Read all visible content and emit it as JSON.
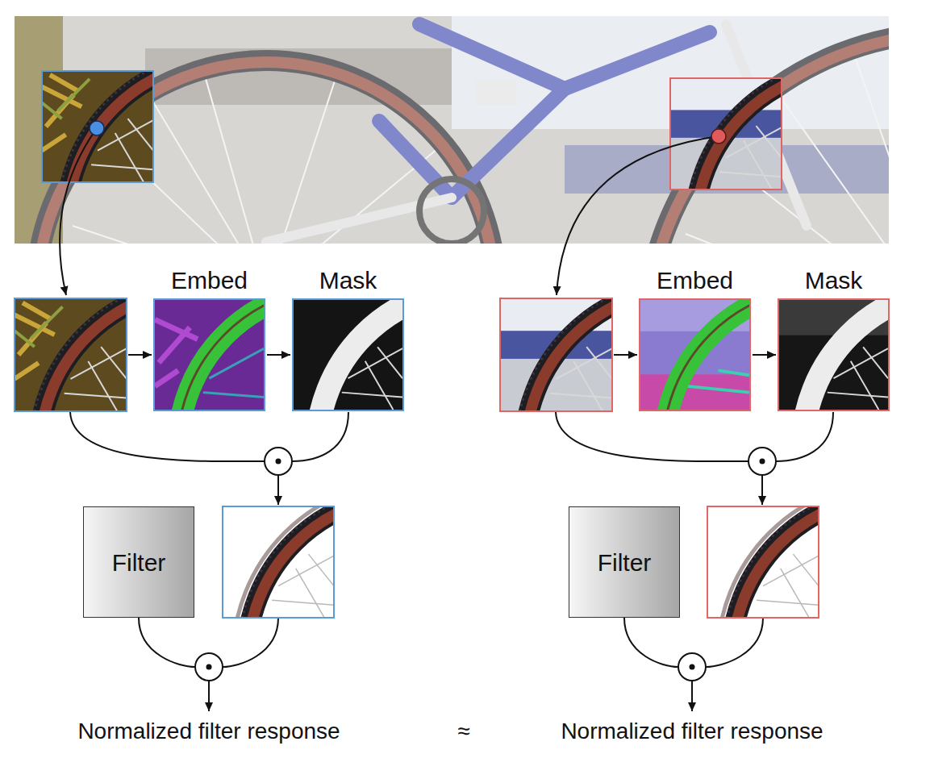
{
  "diagram": {
    "nodes": [
      {
        "text": [
          "Embed"
        ]
      },
      {
        "text": [
          "Mask"
        ]
      },
      {
        "text": [
          "Filter"
        ]
      },
      {
        "text": [
          "Embed"
        ]
      },
      {
        "text": [
          "Mask"
        ]
      },
      {
        "text": [
          "Filter"
        ]
      }
    ],
    "edges": [
      {
        "from": 0,
        "to": 1,
        "arrow": "to"
      },
      {
        "from": 3,
        "to": 4,
        "arrow": "to"
      }
    ],
    "labels": [
      "Normalized filter response",
      "≈",
      "Normalized filter response"
    ]
  }
}
